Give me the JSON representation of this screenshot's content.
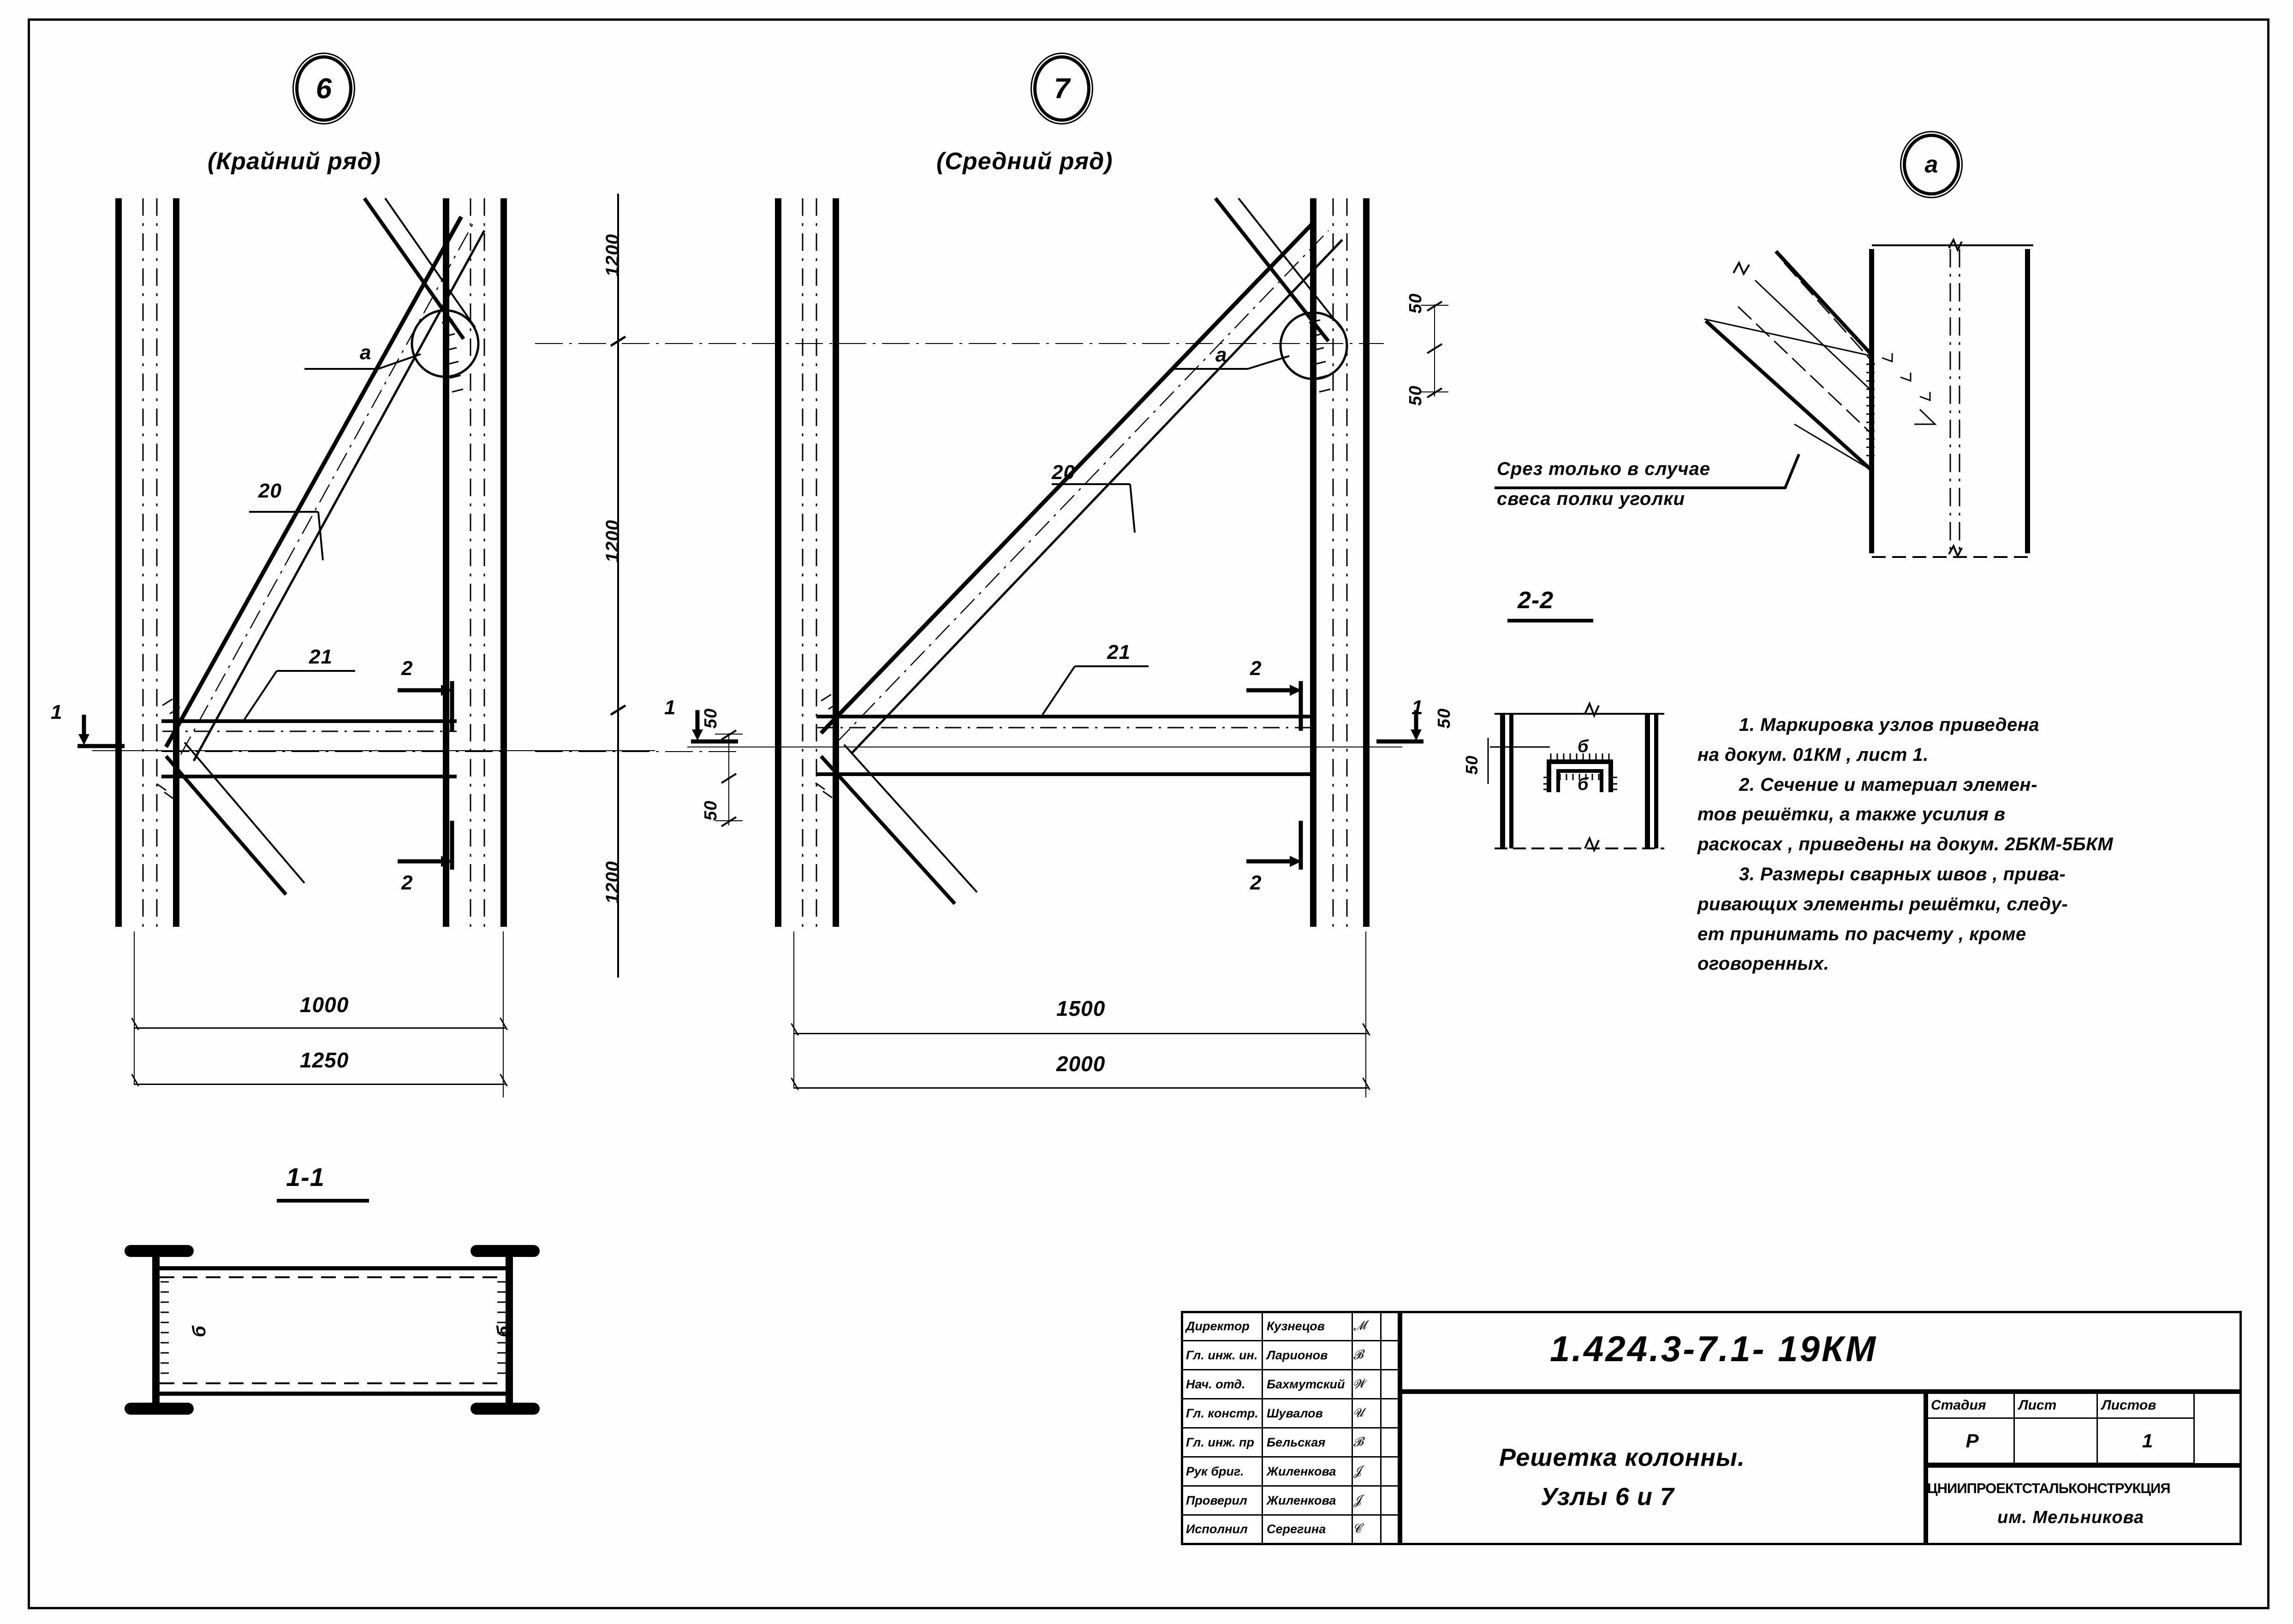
{
  "sheet": {
    "drawing_number": "1.424.3-7.1- 19КМ",
    "title_line1": "Решетка колонны.",
    "title_line2": "Узлы 6 и 7",
    "org_line1": "ЦНИИПРОЕКТСТАЛЬКОНСТРУКЦИЯ",
    "org_line2": "им. Мельникова"
  },
  "nodes": [
    {
      "tag": "6",
      "subtitle": "(Крайний ряд)",
      "labels": {
        "brace": "20",
        "strut": "21",
        "detail": "a"
      },
      "dims_horizontal": [
        "1000",
        "1250"
      ],
      "dims_vertical": [
        "1200",
        "1200",
        "1200"
      ],
      "section_marks": [
        "1",
        "1",
        "2",
        "2"
      ]
    },
    {
      "tag": "7",
      "subtitle": "(Средний ряд)",
      "labels": {
        "brace": "20",
        "strut": "21",
        "detail": "a"
      },
      "dims_horizontal": [
        "1500",
        "2000"
      ],
      "dims_small": [
        "50",
        "50",
        "50",
        "50",
        "50",
        "50"
      ],
      "section_marks": [
        "1",
        "1",
        "2",
        "2"
      ]
    }
  ],
  "detail_a": {
    "tag": "a",
    "note_line1": "Срез       только в случае",
    "note_line2": "свеса    полки  уголки"
  },
  "sections": [
    {
      "label": "1-1",
      "weld_marks": [
        "б",
        "б"
      ]
    },
    {
      "label": "2-2",
      "weld_marks": [
        "б",
        "б"
      ]
    }
  ],
  "notes": [
    "1.  Маркировка  узлов приведена",
    "на докум. 01КМ , лист 1.",
    "2.  Сечение  и  материал элемен-",
    "тов  решётки, а также  усилия  в",
    "раскосах ,  приведены на докум. 2БКМ-5БКМ",
    "3.  Размеры сварных швов , прива-",
    "ривающих элементы решётки, следу-",
    "ет  принимать по расчету , кроме",
    "оговоренных."
  ],
  "title_block": {
    "rows": [
      {
        "role": "Директор",
        "name": "Кузнецов"
      },
      {
        "role": "Гл. инж. ин.",
        "name": "Ларионов"
      },
      {
        "role": "Нач. отд.",
        "name": "Бахмутский"
      },
      {
        "role": "Гл. констр.",
        "name": "Шувалов"
      },
      {
        "role": "Гл. инж. пр",
        "name": "Бельская"
      },
      {
        "role": "Рук бриг.",
        "name": "Жиленкова"
      },
      {
        "role": "Проверил",
        "name": "Жиленкова"
      },
      {
        "role": "Исполнил",
        "name": "Серегина"
      }
    ],
    "stage_header": "Стадия",
    "sheet_header": "Лист",
    "sheets_header": "Листов",
    "stage_value": "Р",
    "sheet_value": "",
    "sheets_value": "1"
  }
}
